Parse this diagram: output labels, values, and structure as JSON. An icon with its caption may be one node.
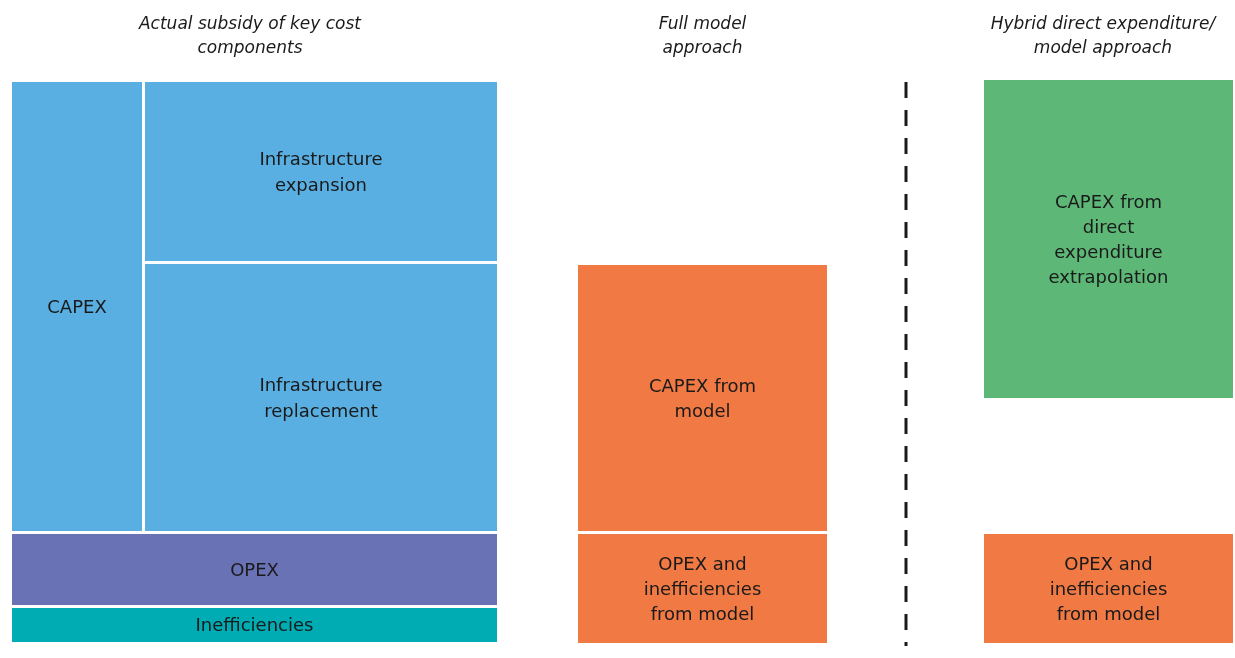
{
  "diagram": {
    "nodes": [
      {
        "text": [
          "CAPEX"
        ]
      },
      {
        "text": [
          "Infrastructure expansion"
        ]
      },
      {
        "text": [
          "Infrastructure replacement"
        ]
      },
      {
        "text": [
          "OPEX"
        ]
      },
      {
        "text": [
          "Inefficiencies"
        ]
      },
      {
        "text": [
          "CAPEX from model"
        ]
      },
      {
        "text": [
          "OPEX and inefficiencies from model"
        ]
      },
      {
        "text": [
          "CAPEX from direct expenditure extrapolation"
        ]
      },
      {
        "text": [
          "OPEX and inefficiencies from model"
        ]
      }
    ],
    "edges": [],
    "labels": [
      "Actual subsidy of key cost components",
      "Full model approach",
      "Hybrid direct expenditure/ model approach"
    ]
  }
}
